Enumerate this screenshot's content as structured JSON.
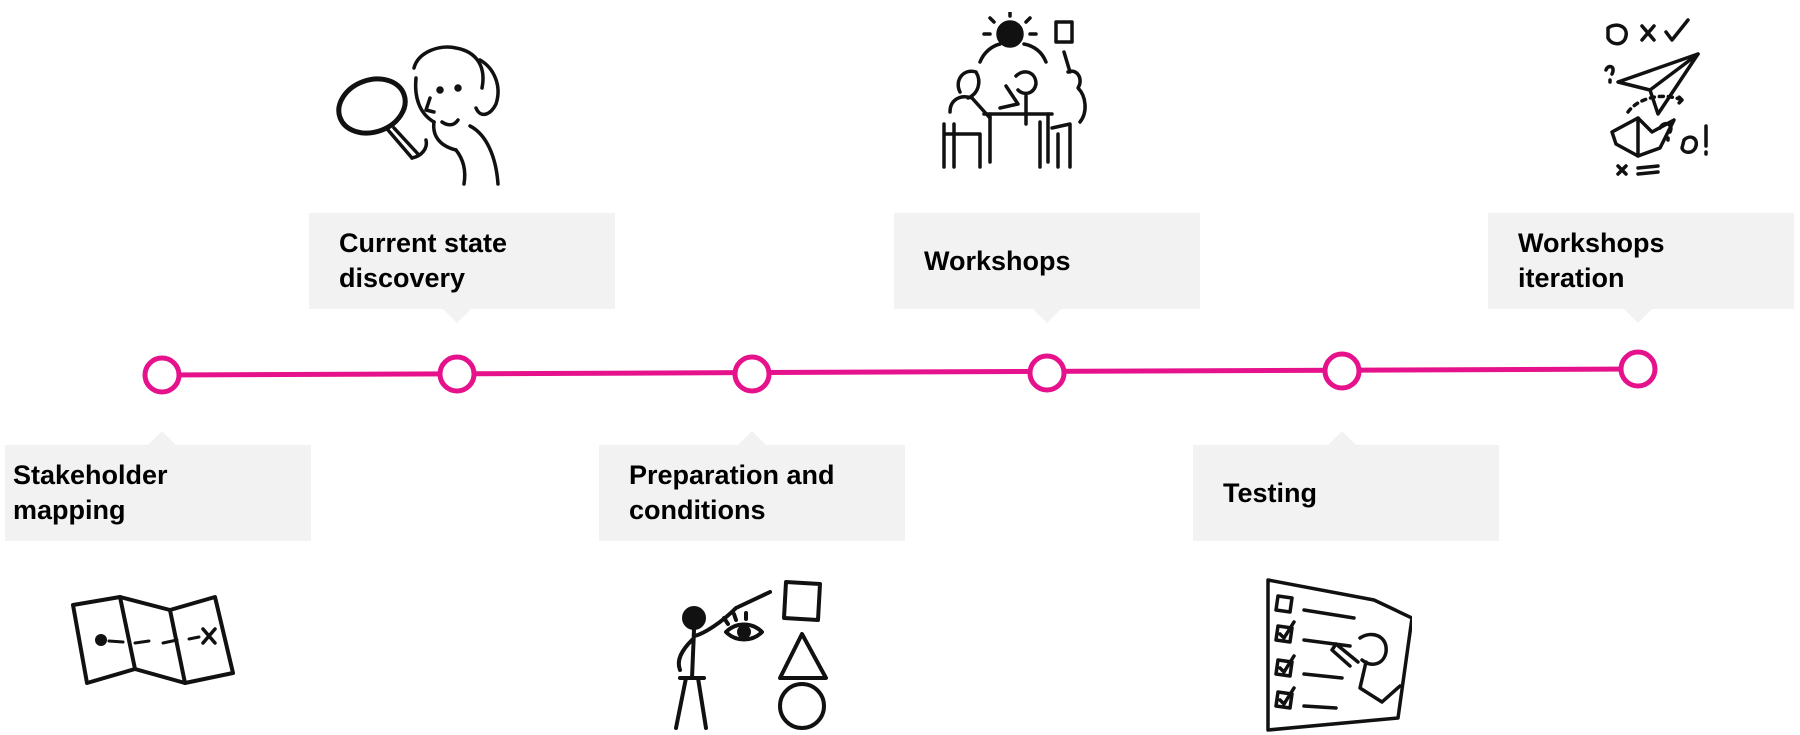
{
  "accent_color": "#e6128c",
  "steps": [
    {
      "label": "Stakeholder\nmapping",
      "icon": "map-icon"
    },
    {
      "label": "Current state\ndiscovery",
      "icon": "magnifying-glass-icon"
    },
    {
      "label": "Preparation and\nconditions",
      "icon": "presenter-shapes-icon"
    },
    {
      "label": "Workshops",
      "icon": "team-meeting-icon"
    },
    {
      "label": "Testing",
      "icon": "checklist-icon"
    },
    {
      "label": "Workshops\niteration",
      "icon": "paper-plane-icon"
    }
  ]
}
